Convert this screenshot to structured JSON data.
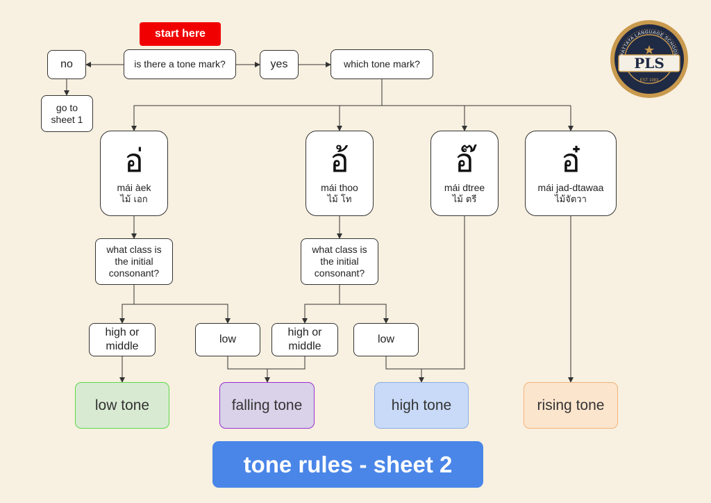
{
  "start_label": "start here",
  "q_tone_mark": "is there a tone mark?",
  "no_label": "no",
  "yes_label": "yes",
  "goto_label": "go to sheet 1",
  "which_mark": "which tone mark?",
  "marks": [
    {
      "glyph": "อ่",
      "name": "mái àek",
      "thai": "ไม้ เอก"
    },
    {
      "glyph": "อ้",
      "name": "mái thoo",
      "thai": "ไม้ โท"
    },
    {
      "glyph": "อ๊",
      "name": "mái dtree",
      "thai": "ไม้ ตรี"
    },
    {
      "glyph": "อ๋",
      "name": "mái jad-dtawaa",
      "thai": "ไม้จัตวา"
    }
  ],
  "class_question": "what class is the initial consonant?",
  "high_or_middle": "high or middle",
  "low_label": "low",
  "results": {
    "low": "low tone",
    "falling": "falling tone",
    "high": "high tone",
    "rising": "rising tone"
  },
  "result_colors": {
    "low": {
      "fill": "#d9ead3",
      "stroke": "#5bd94a"
    },
    "falling": {
      "fill": "#d9d2e9",
      "stroke": "#9a2fd0"
    },
    "high": {
      "fill": "#c9daf8",
      "stroke": "#8aaee0"
    },
    "rising": {
      "fill": "#fce5cd",
      "stroke": "#f3b37a"
    }
  },
  "footer_title": "tone rules - sheet 2",
  "logo": {
    "initials": "PLS",
    "ring_text": "PATTAYA LANGUAGE SCHOOL",
    "est": "EST 1983",
    "icon": "star-icon"
  }
}
